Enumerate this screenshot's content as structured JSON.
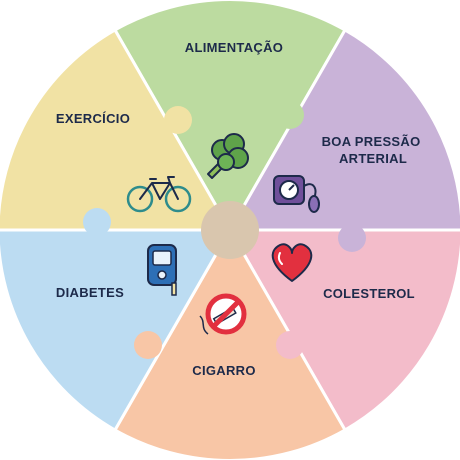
{
  "wheel": {
    "segments": [
      {
        "id": "alimentacao",
        "label_lines": [
          "ALIMENTAÇÃO"
        ],
        "color": "#bcdba0",
        "icon": "broccoli-icon"
      },
      {
        "id": "boa-pressao-arterial",
        "label_lines": [
          "BOA PRESSÃO",
          "ARTERIAL"
        ],
        "color": "#c9b3d8",
        "icon": "blood-pressure-monitor-icon"
      },
      {
        "id": "colesterol",
        "label_lines": [
          "COLESTEROL"
        ],
        "color": "#f3bcca",
        "icon": "heart-icon"
      },
      {
        "id": "cigarro",
        "label_lines": [
          "CIGARRO"
        ],
        "color": "#f8c6a6",
        "icon": "no-smoking-icon"
      },
      {
        "id": "diabetes",
        "label_lines": [
          "DIABETES"
        ],
        "color": "#bcdcf2",
        "icon": "glucose-meter-icon"
      },
      {
        "id": "exercicio",
        "label_lines": [
          "EXERCÍCIO"
        ],
        "color": "#f1e2a4",
        "icon": "bicycle-icon"
      }
    ],
    "hub_color": "#d9c6ae",
    "outline_color": "#1d2a4a"
  }
}
